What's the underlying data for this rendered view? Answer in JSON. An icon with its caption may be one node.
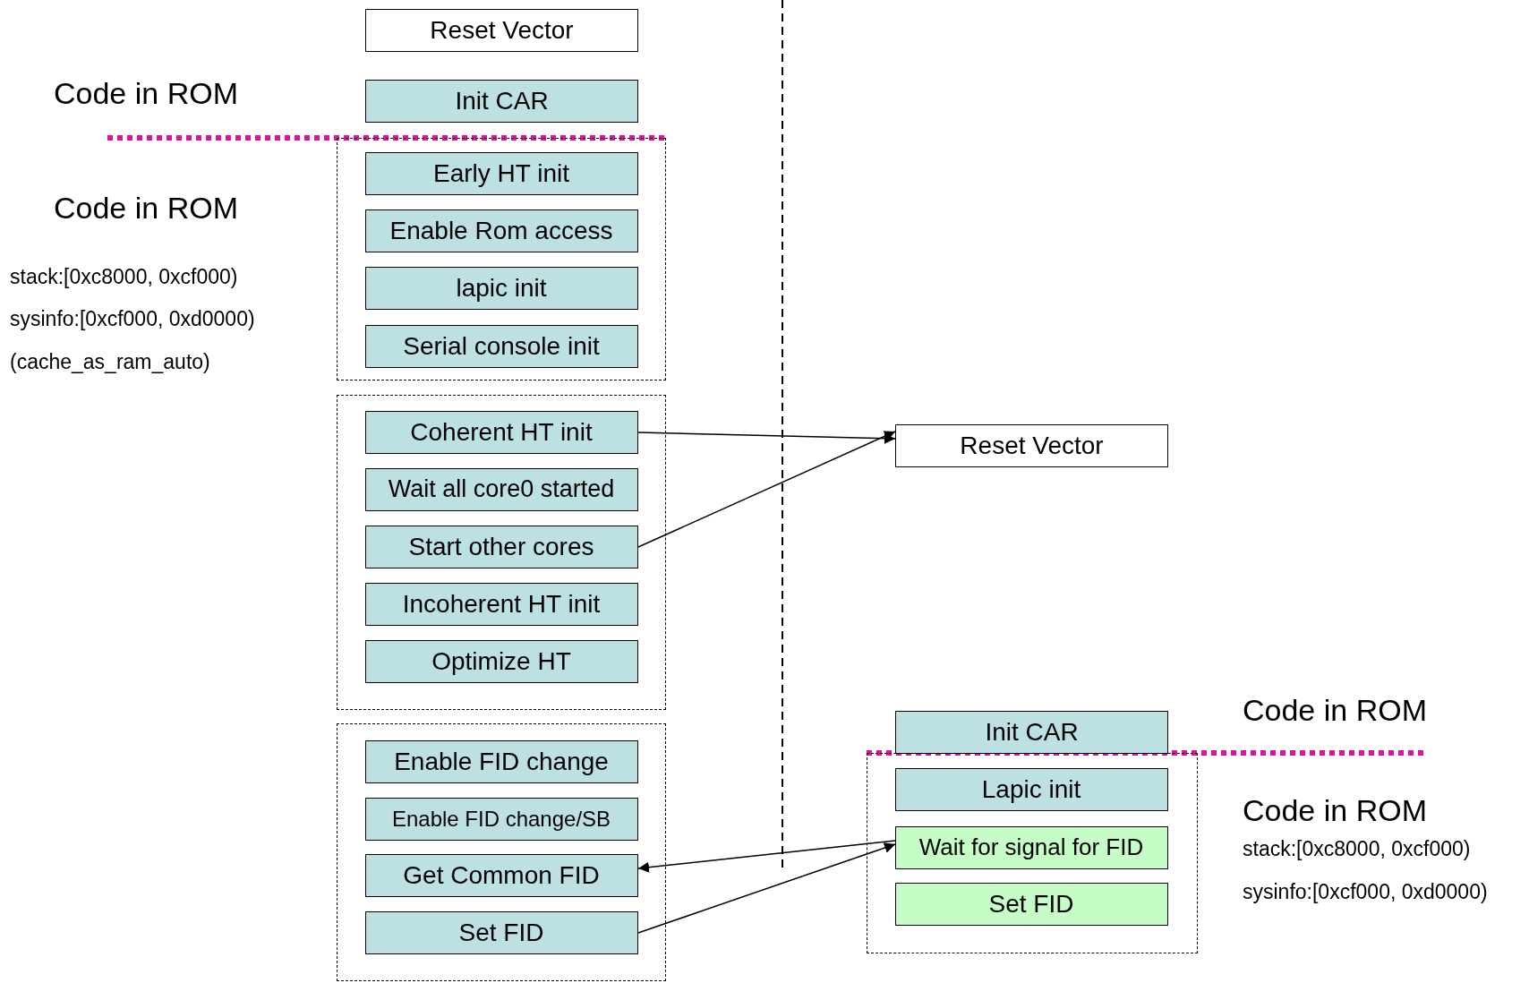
{
  "diagram": {
    "nodes": [
      {
        "text": [
          "Reset Vector"
        ]
      },
      {
        "text": [
          "Init CAR"
        ]
      },
      {
        "text": [],
        "shape": "box"
      },
      {
        "text": [
          "Early HT init"
        ],
        "in": 2
      },
      {
        "text": [
          "Enable Rom access"
        ],
        "in": 2
      },
      {
        "text": [
          "lapic init"
        ],
        "in": 2
      },
      {
        "text": [
          "Serial console init"
        ],
        "in": 2
      },
      {
        "text": [],
        "shape": "box"
      },
      {
        "text": [
          "Coherent HT init"
        ],
        "in": 7
      },
      {
        "text": [
          "Wait all core0 started"
        ],
        "in": 7
      },
      {
        "text": [
          "Start other cores"
        ],
        "in": 7
      },
      {
        "text": [
          "Incoherent HT init"
        ],
        "in": 7
      },
      {
        "text": [
          "Optimize HT"
        ],
        "in": 7
      },
      {
        "text": [],
        "shape": "box"
      },
      {
        "text": [
          "Enable FID change"
        ],
        "in": 13
      },
      {
        "text": [
          "Enable FID change/SB"
        ],
        "in": 13
      },
      {
        "text": [
          "Get Common FID"
        ],
        "in": 13
      },
      {
        "text": [
          "Set FID"
        ],
        "in": 13
      },
      {
        "text": [
          "Reset Vector"
        ]
      },
      {
        "text": [
          "Init CAR"
        ]
      },
      {
        "text": [],
        "shape": "box"
      },
      {
        "text": [
          "Lapic init"
        ],
        "in": 20
      },
      {
        "text": [
          "Wait for signal for FID"
        ],
        "in": 20
      },
      {
        "text": [
          "Set FID"
        ],
        "in": 20
      }
    ],
    "edges": [
      {
        "from": 8,
        "to": 18,
        "arrow": "to"
      },
      {
        "from": 10,
        "to": 18,
        "arrow": "to"
      },
      {
        "from": 22,
        "to": 16,
        "arrow": "to"
      },
      {
        "from": 17,
        "to": 22,
        "arrow": "to"
      }
    ],
    "labels": [
      "Code in ROM",
      "Code in ROM",
      "stack:[0xc8000, 0xcf000)",
      "sysinfo:[0xcf000, 0xd0000)",
      "(cache_as_ram_auto)",
      "Code in ROM",
      "Code in ROM",
      "stack:[0xc8000, 0xcf000)",
      "sysinfo:[0xcf000, 0xd0000)"
    ]
  }
}
